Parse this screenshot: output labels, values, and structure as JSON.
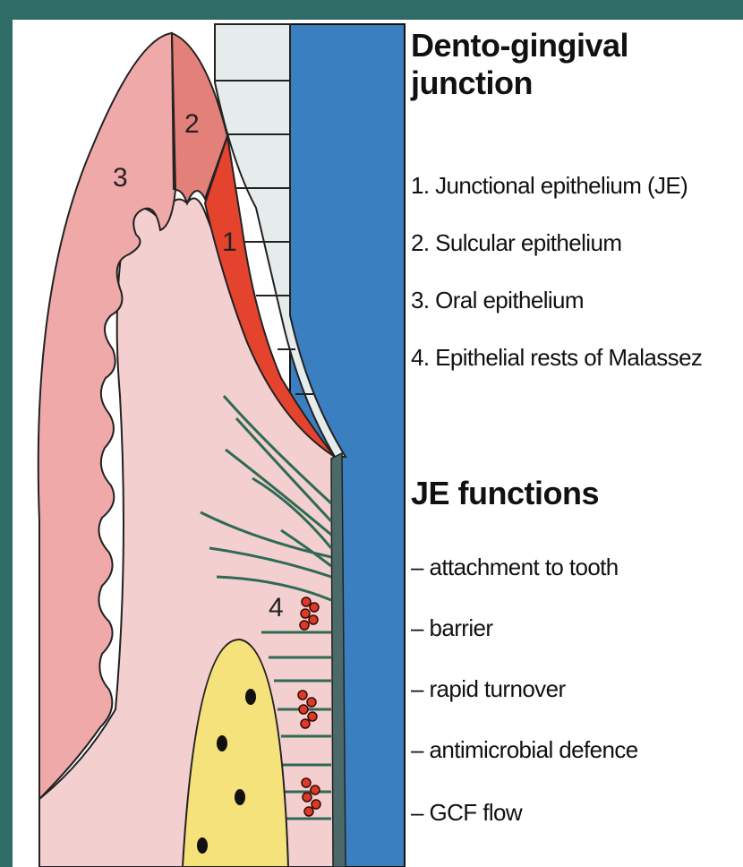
{
  "title": "Dento-gingival junction",
  "title_line1": "Dento-gingival",
  "title_line2": "junction",
  "parts": [
    "1. Junctional epithelium (JE)",
    "2. Sulcular epithelium",
    "3. Oral epithelium",
    "4. Epithelial rests of Malassez"
  ],
  "functions_heading": "JE functions",
  "functions": [
    "– attachment to tooth",
    "– barrier",
    "– rapid turnover",
    "– antimicrobial defence",
    "– GCF flow"
  ],
  "diagram_labels": {
    "one": "1",
    "two": "2",
    "three": "3",
    "four": "4"
  },
  "colors": {
    "background": "#2f6b67",
    "tooth": "#3a7fbf",
    "enamel": "#e6ebec",
    "oral_epithelium": "#f0a9a9",
    "sulcular_epithelium": "#e4807a",
    "junctional_epithelium": "#e4432e",
    "connective_tissue": "#f4cfcf",
    "bone": "#f6e27a",
    "fibers": "#2e6a55",
    "malassez_rests": "#d93a2a"
  }
}
